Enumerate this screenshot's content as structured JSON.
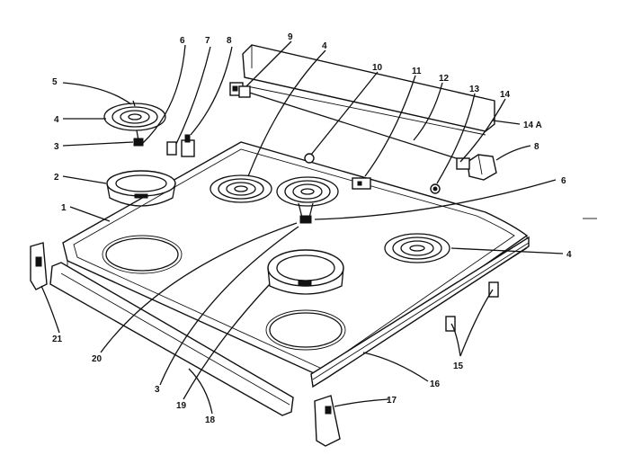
{
  "diagram": {
    "labels": {
      "l1": "1",
      "l2": "2",
      "l3a": "3",
      "l3b": "3",
      "l4a": "4",
      "l4b": "4",
      "l4c": "4",
      "l5": "5",
      "l6a": "6",
      "l6b": "6",
      "l7": "7",
      "l8a": "8",
      "l8b": "8",
      "l9": "9",
      "l10": "10",
      "l11": "11",
      "l12": "12",
      "l13": "13",
      "l14": "14",
      "l14a": "14 A",
      "l15": "15",
      "l16": "16",
      "l17": "17",
      "l18": "18",
      "l19": "19",
      "l20": "20",
      "l21": "21"
    }
  }
}
